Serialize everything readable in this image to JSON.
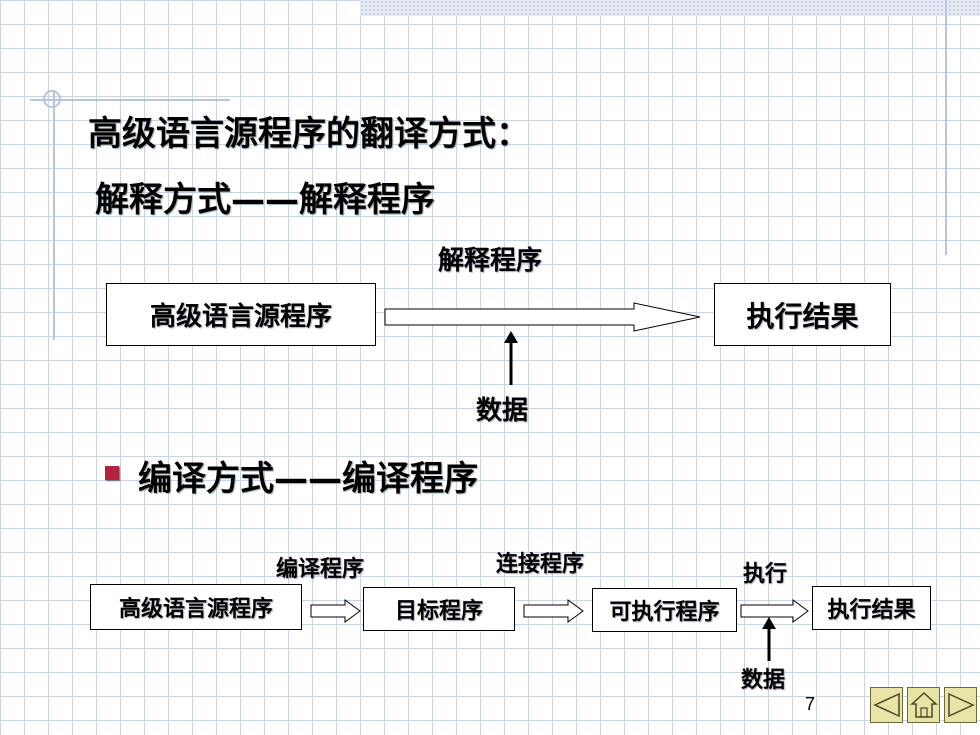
{
  "slide": {
    "title": "高级语言源程序的翻译方式：",
    "subtitle": "解释方式——解释程序",
    "bullet": "编译方式——编译程序",
    "page_number": "7"
  },
  "interpret_diagram": {
    "source_box": "高级语言源程序",
    "process_label": "解释程序",
    "result_box": "执行结果",
    "input_label": "数据"
  },
  "compile_diagram": {
    "source_box": "高级语言源程序",
    "compiler_label": "编译程序",
    "object_box": "目标程序",
    "linker_label": "连接程序",
    "executable_box": "可执行程序",
    "execute_label": "执行",
    "result_box": "执行结果",
    "input_label": "数据"
  },
  "nav": {
    "icons": [
      "prev-icon",
      "home-icon",
      "next-icon"
    ]
  },
  "colors": {
    "bullet": "#b0243e",
    "grid": "#c9d3e6",
    "nav_button": "#e8e4a6"
  }
}
